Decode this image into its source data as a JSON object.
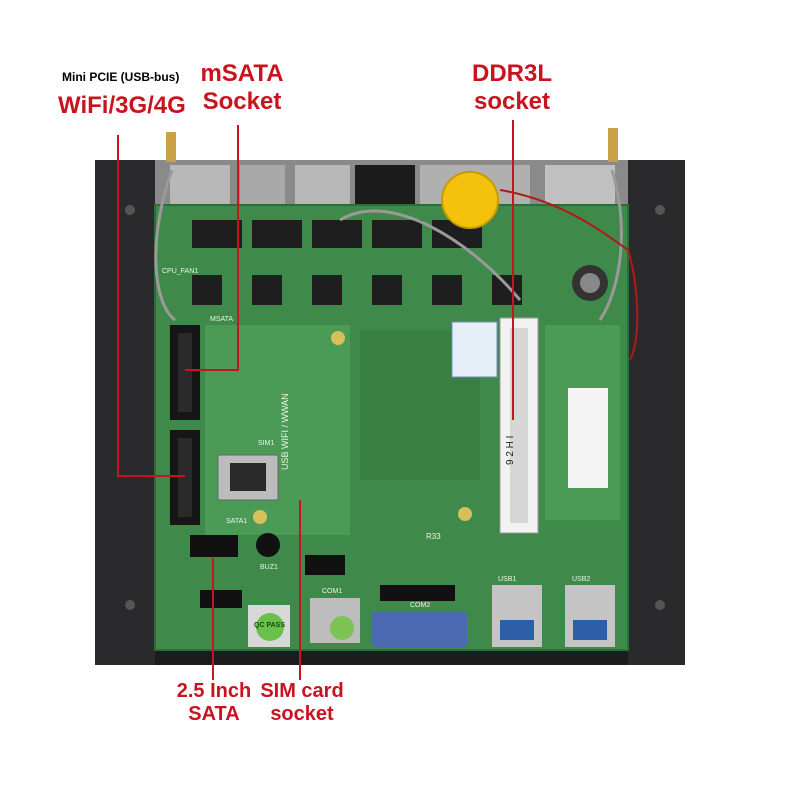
{
  "labels": {
    "mini_pcie": "Mini PCIE (USB-bus)",
    "wifi": "WiFi/3G/4G",
    "msata_line1": "mSATA",
    "msata_line2": "Socket",
    "ddr3l_line1": "DDR3L",
    "ddr3l_line2": "socket",
    "sata_line1": "2.5 Inch",
    "sata_line2": "SATA",
    "sim_line1": "SIM card",
    "sim_line2": "socket"
  },
  "board_marks": {
    "cpu_fan": "CPU_FAN1",
    "msata": "MSATA",
    "sim": "SIM1",
    "sata": "SATA1",
    "buz": "BUZ1",
    "com1": "COM1",
    "com2": "COM2",
    "usb1": "USB1",
    "usb2": "USB2",
    "usb_wifi": "USB WIFI / WWAN",
    "pass": "QC PASS",
    "r33": "R33",
    "dimm": "9 2 H I"
  },
  "colors": {
    "annotation_red": "#c8141e",
    "pcb_green": "#3f8a4a",
    "chassis_black": "#1c1c1e"
  }
}
